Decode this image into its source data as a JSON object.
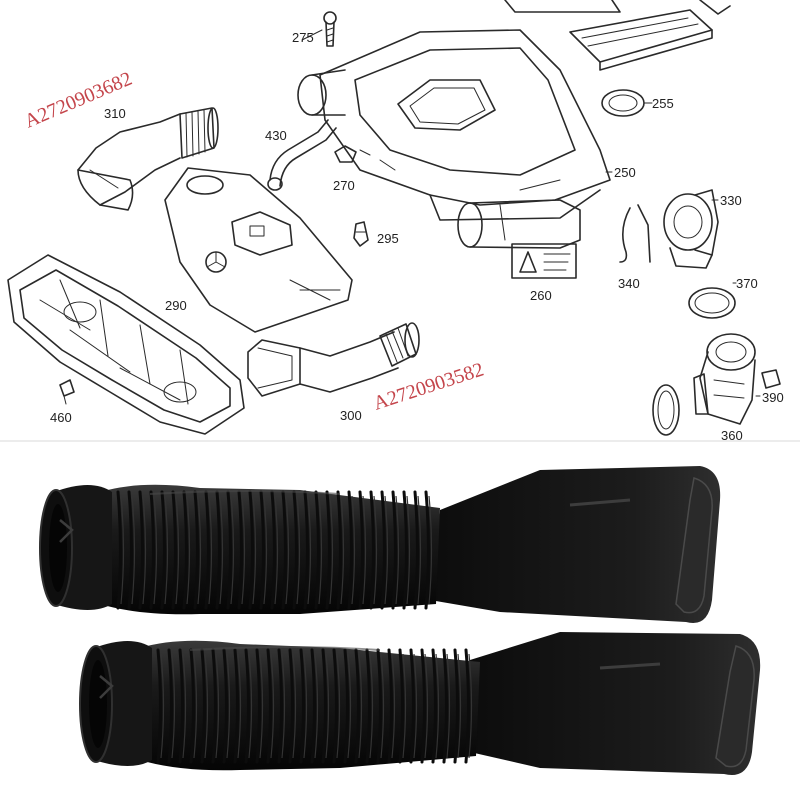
{
  "diagram": {
    "part_numbers": {
      "top_left": "A2720903682",
      "bottom_center": "A2720903582"
    },
    "callouts": [
      {
        "id": "275",
        "label": "275"
      },
      {
        "id": "255",
        "label": "255"
      },
      {
        "id": "310",
        "label": "310"
      },
      {
        "id": "430",
        "label": "430"
      },
      {
        "id": "250",
        "label": "250"
      },
      {
        "id": "270",
        "label": "270"
      },
      {
        "id": "330",
        "label": "330"
      },
      {
        "id": "295",
        "label": "295"
      },
      {
        "id": "290",
        "label": "290"
      },
      {
        "id": "260",
        "label": "260"
      },
      {
        "id": "340",
        "label": "340"
      },
      {
        "id": "370",
        "label": "370"
      },
      {
        "id": "460",
        "label": "460"
      },
      {
        "id": "300",
        "label": "300"
      },
      {
        "id": "390",
        "label": "390"
      },
      {
        "id": "360",
        "label": "360"
      }
    ]
  },
  "colors": {
    "part_number_text": "#c4454b",
    "line_art": "#2a2a2a",
    "hose_rubber": "#141414",
    "background": "#ffffff"
  }
}
